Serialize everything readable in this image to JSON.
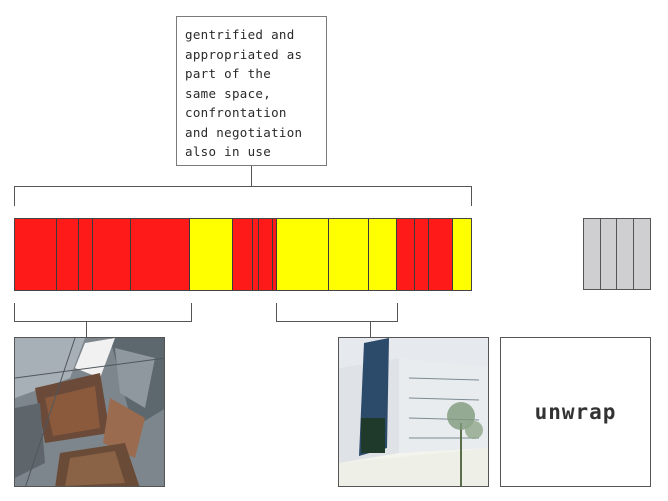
{
  "callout": {
    "lines": [
      "gentrified and",
      "appropriated as",
      "part of the",
      "same space,",
      "confrontation",
      "and negotiation",
      "also in use"
    ]
  },
  "colors": {
    "red": "#ff1a1a",
    "yellow": "#ffff00",
    "gray": "#cfcfd2",
    "line": "#555555"
  },
  "strip_segments": [
    "red",
    "red",
    "red",
    "red",
    "red",
    "yellow",
    "red",
    "red",
    "red",
    "red",
    "yellow",
    "yellow",
    "yellow",
    "red",
    "red",
    "red",
    "yellow"
  ],
  "side_strip_segments": [
    "gray",
    "gray",
    "gray",
    "gray"
  ],
  "photos": [
    {
      "name": "photo-tilted-buildings",
      "icon": "collage-image"
    },
    {
      "name": "photo-courtyard",
      "icon": "courtyard-image"
    }
  ],
  "unwrap": {
    "label": "unwrap"
  }
}
